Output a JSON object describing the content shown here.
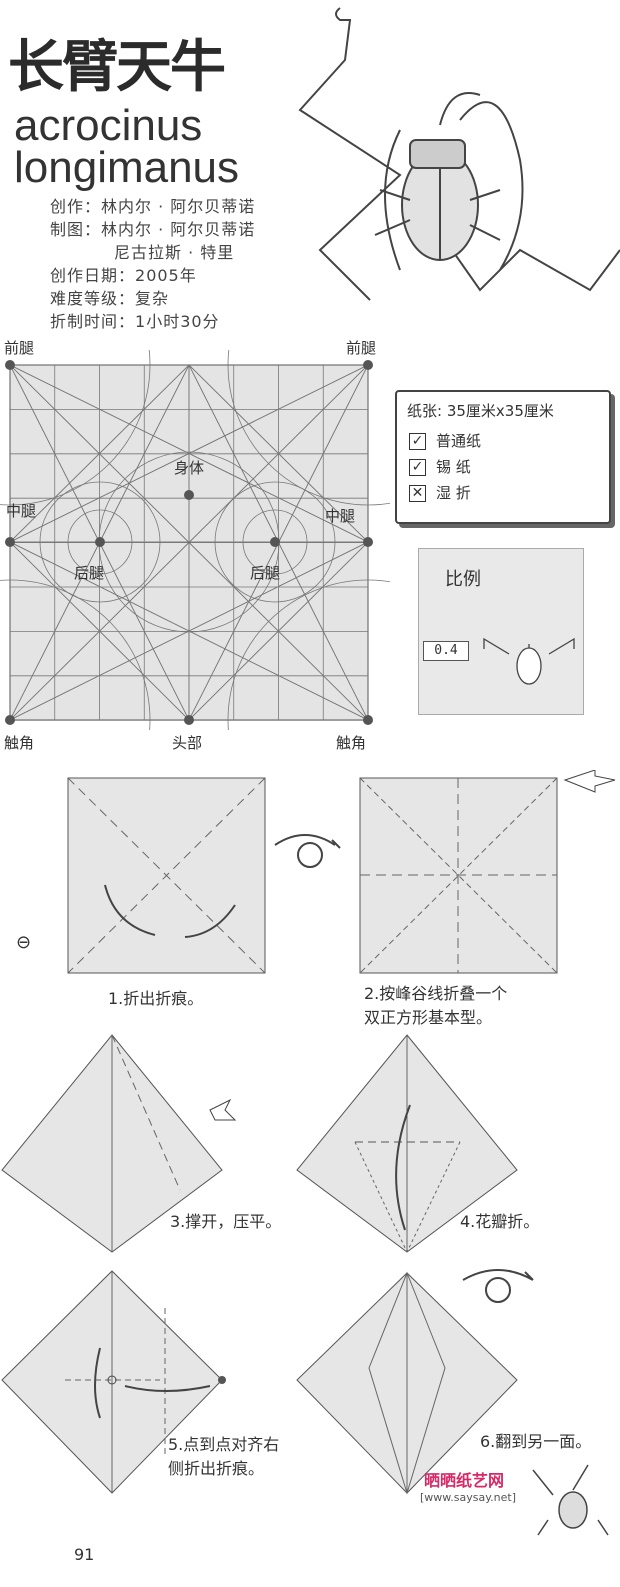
{
  "title": {
    "cn": "长臂天牛",
    "sci_line1": "acrocinus",
    "sci_line2": "longimanus"
  },
  "meta": [
    {
      "label": "创作：",
      "value": "林内尔 · 阿尔贝蒂诺"
    },
    {
      "label": "制图：",
      "value": "林内尔 · 阿尔贝蒂诺"
    },
    {
      "label": "",
      "value": "尼古拉斯 · 特里"
    },
    {
      "label": "创作日期：",
      "value": "2005年"
    },
    {
      "label": "难度等级：",
      "value": "复杂"
    },
    {
      "label": "折制时间：",
      "value": "1小时30分"
    }
  ],
  "crease_pattern": {
    "labels": {
      "front_leg_left": "前腿",
      "front_leg_right": "前腿",
      "body": "身体",
      "mid_leg_left": "中腿",
      "mid_leg_right": "中腿",
      "hind_leg_left": "后腿",
      "hind_leg_right": "后腿",
      "antenna_left": "触角",
      "head": "头部",
      "antenna_right": "触角"
    }
  },
  "legend": {
    "title": "纸张: 35厘米x35厘米",
    "items": [
      {
        "label": "普通纸",
        "mark": "check"
      },
      {
        "label": "锡  纸",
        "mark": "check"
      },
      {
        "label": "湿  折",
        "mark": "cross"
      }
    ]
  },
  "scale": {
    "title": "比例",
    "value": "0.4"
  },
  "steps": [
    {
      "n": 1,
      "text": "1.折出折痕。"
    },
    {
      "n": 2,
      "text_line1": "2.按峰谷线折叠一个",
      "text_line2": "双正方形基本型。"
    },
    {
      "n": 3,
      "text": "3.撑开，压平。"
    },
    {
      "n": 4,
      "text": "4.花瓣折。"
    },
    {
      "n": 5,
      "text_line1": "5.点到点对齐右",
      "text_line2": "侧折出折痕。"
    },
    {
      "n": 6,
      "text": "6.翻到另一面。"
    }
  ],
  "watermark": {
    "site": "晒晒纸艺网",
    "url": "[www.saysay.net]"
  },
  "page_number": "91"
}
